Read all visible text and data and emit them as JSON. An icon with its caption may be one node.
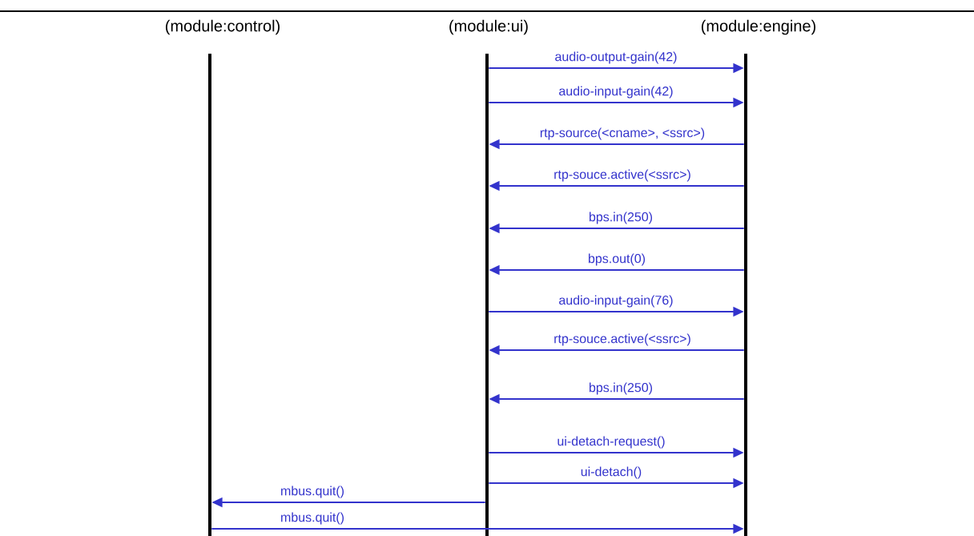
{
  "diagram": {
    "nodes": [
      {
        "text": [
          "(module:control)"
        ]
      },
      {
        "text": [
          "(module:ui)"
        ]
      },
      {
        "text": [
          "(module:engine)"
        ]
      }
    ],
    "edges": [
      {
        "from": 1,
        "to": 2,
        "arrow": "to",
        "label": "audio-output-gain(42)"
      },
      {
        "from": 1,
        "to": 2,
        "arrow": "to",
        "label": "audio-input-gain(42)"
      },
      {
        "from": 2,
        "to": 1,
        "arrow": "to",
        "label": "rtp-source(<cname>, <ssrc>)"
      },
      {
        "from": 2,
        "to": 1,
        "arrow": "to",
        "label": "rtp-souce.active(<ssrc>)"
      },
      {
        "from": 2,
        "to": 1,
        "arrow": "to",
        "label": "bps.in(250)"
      },
      {
        "from": 2,
        "to": 1,
        "arrow": "to",
        "label": "bps.out(0)"
      },
      {
        "from": 1,
        "to": 2,
        "arrow": "to",
        "label": "audio-input-gain(76)"
      },
      {
        "from": 2,
        "to": 1,
        "arrow": "to",
        "label": "rtp-souce.active(<ssrc>)"
      },
      {
        "from": 2,
        "to": 1,
        "arrow": "to",
        "label": "bps.in(250)"
      },
      {
        "from": 1,
        "to": 2,
        "arrow": "to",
        "label": "ui-detach-request()"
      },
      {
        "from": 1,
        "to": 2,
        "arrow": "to",
        "label": "ui-detach()"
      },
      {
        "from": 1,
        "to": 0,
        "arrow": "to",
        "label": "mbus.quit()"
      },
      {
        "from": 0,
        "to": 2,
        "arrow": "to",
        "label": "mbus.quit()"
      }
    ]
  }
}
